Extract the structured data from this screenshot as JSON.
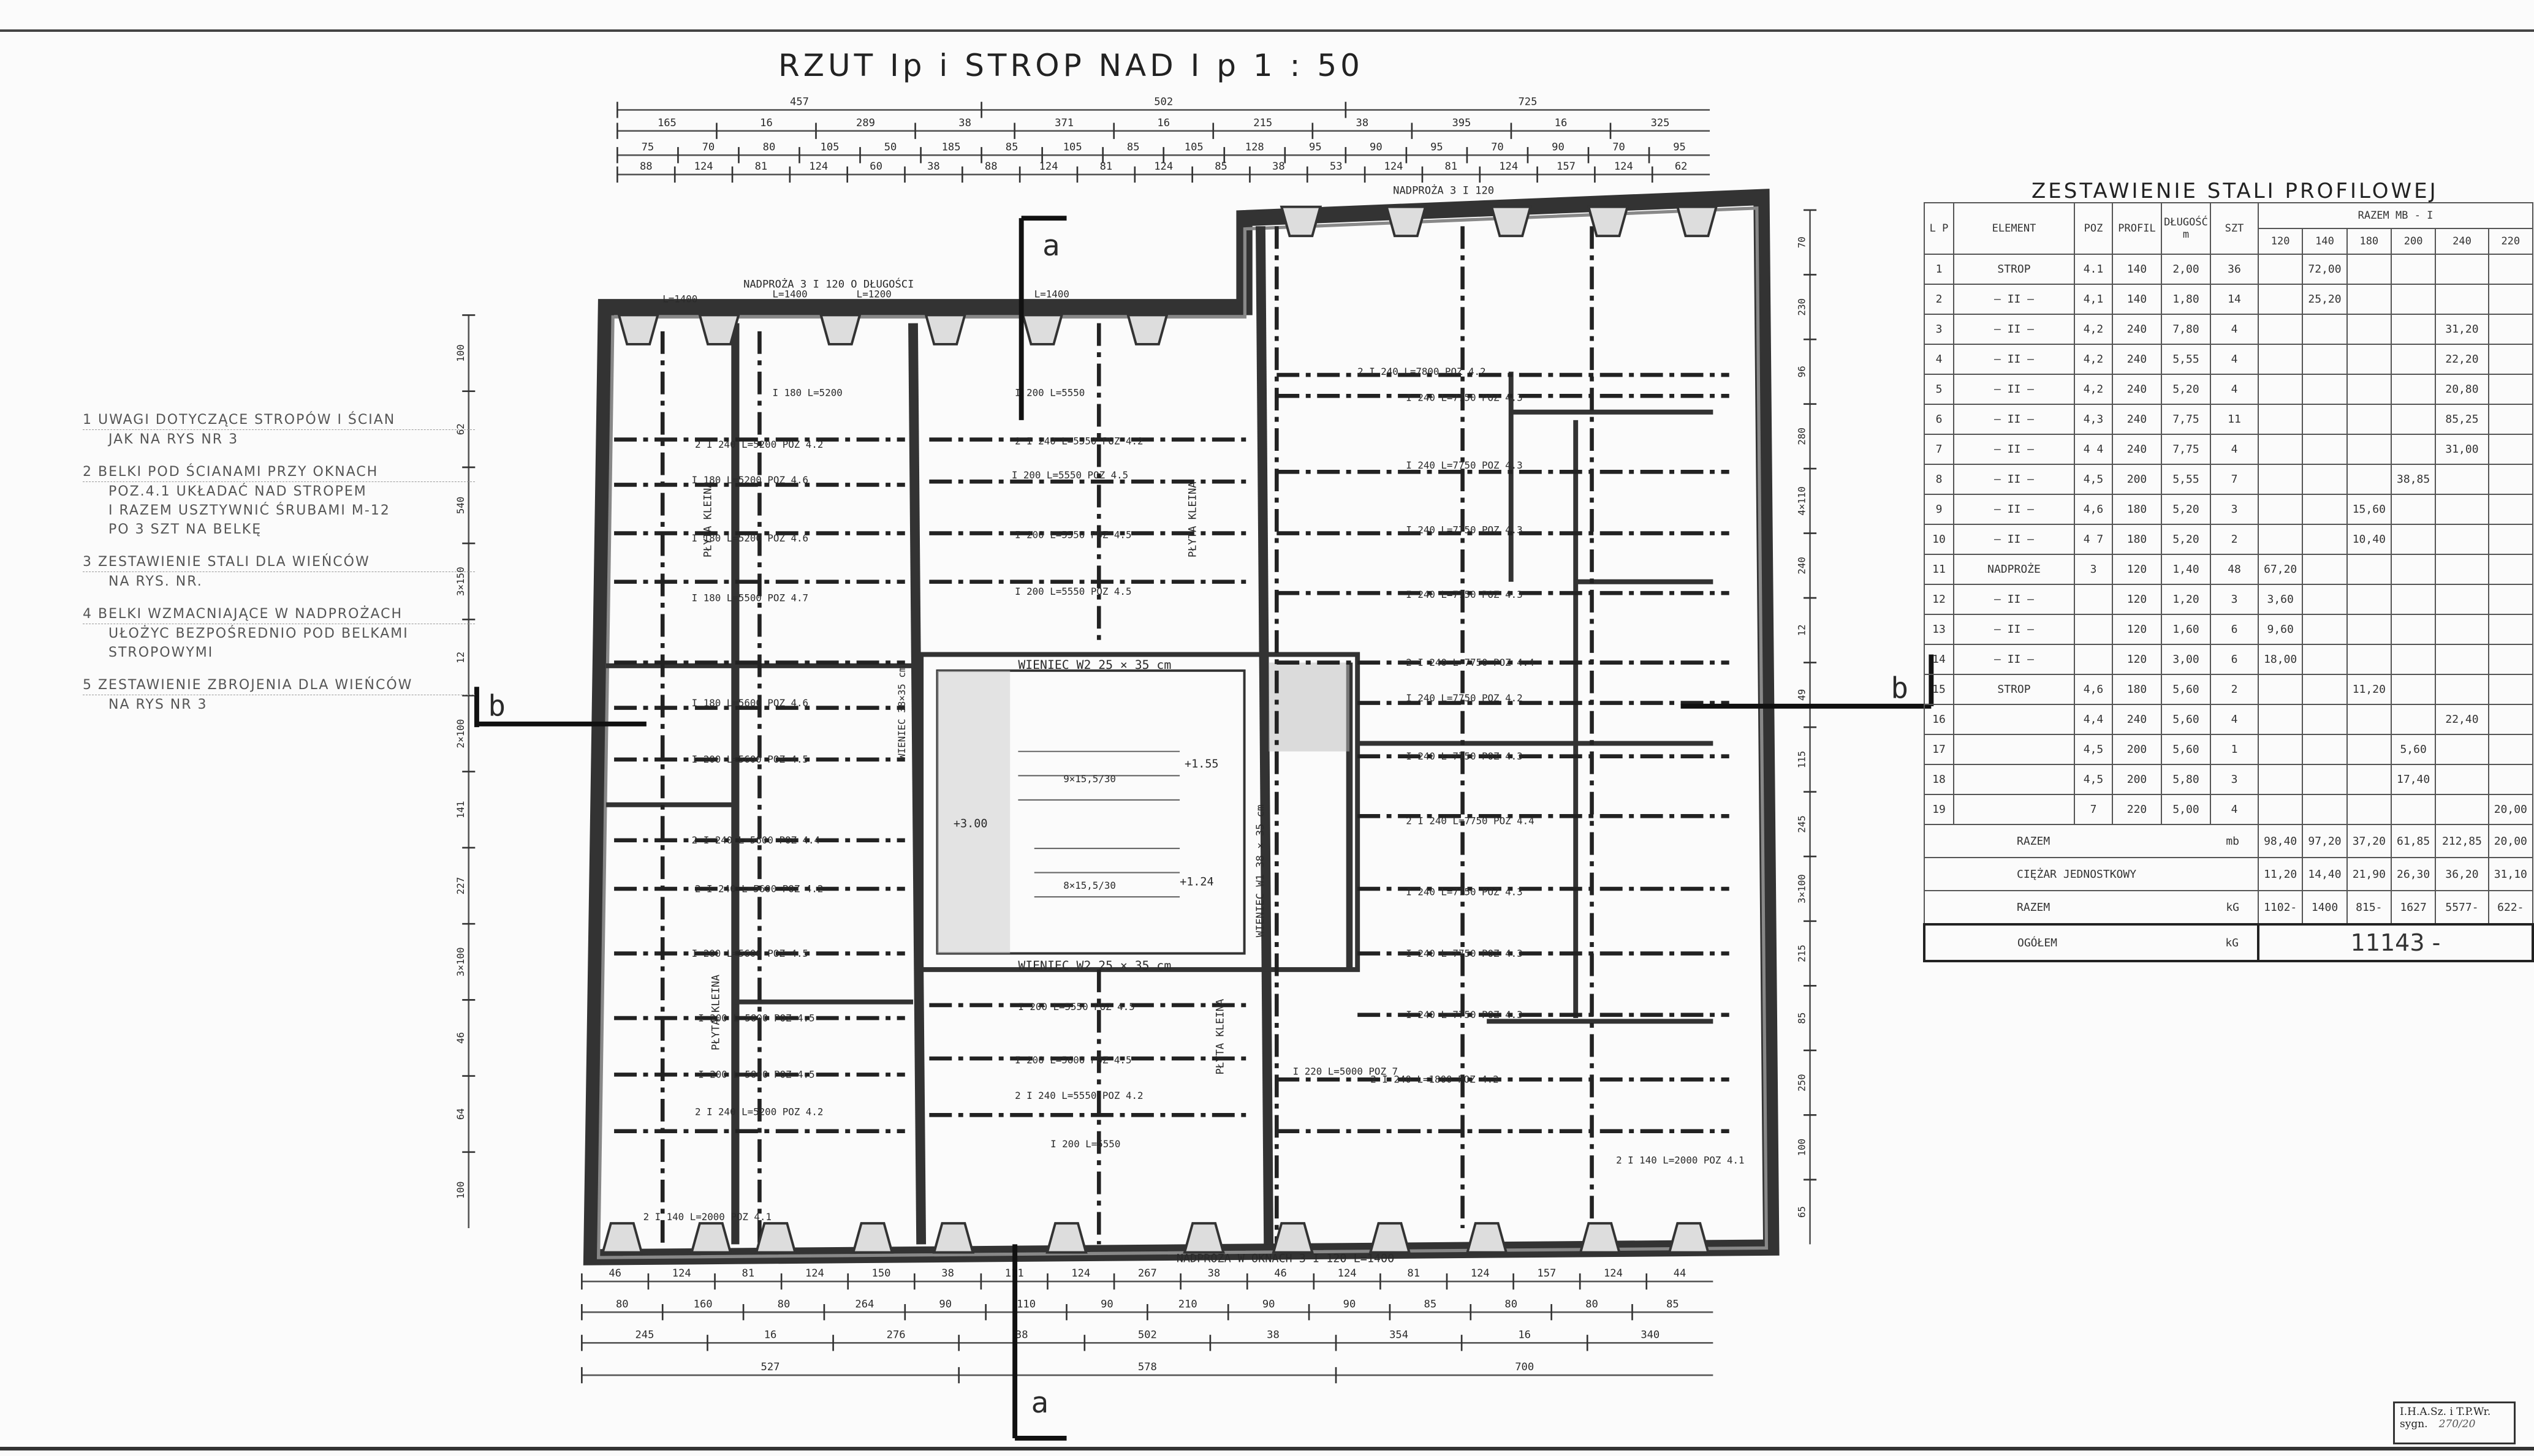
{
  "title": "RZUT Ip i STROP  NAD  I p      1 : 50",
  "notes": [
    {
      "lines": [
        "1  UWAGI DOTYCZĄCE STROPÓW I ŚCIAN",
        "JAK  NA  RYS NR 3"
      ]
    },
    {
      "lines": [
        "2  BELKI POD ŚCIANAMI PRZY OKNACH",
        "POZ.4.1 UKŁADAĆ NAD STROPEM",
        "I RAZEM USZTYWNIĆ ŚRUBAMI M-12",
        "PO 3 SZT NA BELKĘ"
      ]
    },
    {
      "lines": [
        "3  ZESTAWIENIE STALI DLA WIEŃCÓW",
        "NA RYS. NR."
      ]
    },
    {
      "lines": [
        "4  BELKI WZMACNIAJĄCE W NADPROŻACH",
        "UŁOŻYC BEZPOŚREDNIO POD BELKAMI",
        "STROPOWYMI"
      ]
    },
    {
      "lines": [
        "5  ZESTAWIENIE ZBROJENIA DLA WIEŃCÓW",
        "NA RYS NR 3"
      ]
    }
  ],
  "steel_table": {
    "title": "ZESTAWIENIE  STALI  PROFILOWEJ",
    "headers": {
      "lp": "L P",
      "element": "ELEMENT",
      "poz": "POZ",
      "profil": "PROFIL",
      "dlugosc": "DŁUGOŚĆ m",
      "szt": "SZT",
      "razem": "RAZEM    MB - I"
    },
    "profile_columns": [
      "120",
      "140",
      "180",
      "200",
      "240",
      "220"
    ],
    "rows": [
      {
        "lp": "1",
        "element": "STROP",
        "poz": "4.1",
        "profil": "140",
        "dl": "2,00",
        "szt": "36",
        "vals": [
          "",
          "72,00",
          "",
          "",
          "",
          ""
        ]
      },
      {
        "lp": "2",
        "element": "— II —",
        "poz": "4,1",
        "profil": "140",
        "dl": "1,80",
        "szt": "14",
        "vals": [
          "",
          "25,20",
          "",
          "",
          "",
          ""
        ]
      },
      {
        "lp": "3",
        "element": "— II —",
        "poz": "4,2",
        "profil": "240",
        "dl": "7,80",
        "szt": "4",
        "vals": [
          "",
          "",
          "",
          "",
          "31,20",
          ""
        ]
      },
      {
        "lp": "4",
        "element": "— II —",
        "poz": "4,2",
        "profil": "240",
        "dl": "5,55",
        "szt": "4",
        "vals": [
          "",
          "",
          "",
          "",
          "22,20",
          ""
        ]
      },
      {
        "lp": "5",
        "element": "— II —",
        "poz": "4,2",
        "profil": "240",
        "dl": "5,20",
        "szt": "4",
        "vals": [
          "",
          "",
          "",
          "",
          "20,80",
          ""
        ]
      },
      {
        "lp": "6",
        "element": "— II —",
        "poz": "4,3",
        "profil": "240",
        "dl": "7,75",
        "szt": "11",
        "vals": [
          "",
          "",
          "",
          "",
          "85,25",
          ""
        ]
      },
      {
        "lp": "7",
        "element": "— II —",
        "poz": "4 4",
        "profil": "240",
        "dl": "7,75",
        "szt": "4",
        "vals": [
          "",
          "",
          "",
          "",
          "31,00",
          ""
        ]
      },
      {
        "lp": "8",
        "element": "— II —",
        "poz": "4,5",
        "profil": "200",
        "dl": "5,55",
        "szt": "7",
        "vals": [
          "",
          "",
          "",
          "38,85",
          "",
          ""
        ]
      },
      {
        "lp": "9",
        "element": "— II —",
        "poz": "4,6",
        "profil": "180",
        "dl": "5,20",
        "szt": "3",
        "vals": [
          "",
          "",
          "15,60",
          "",
          "",
          ""
        ]
      },
      {
        "lp": "10",
        "element": "— II —",
        "poz": "4 7",
        "profil": "180",
        "dl": "5,20",
        "szt": "2",
        "vals": [
          "",
          "",
          "10,40",
          "",
          "",
          ""
        ]
      },
      {
        "lp": "11",
        "element": "NADPROŻE",
        "poz": "3",
        "profil": "120",
        "dl": "1,40",
        "szt": "48",
        "vals": [
          "67,20",
          "",
          "",
          "",
          "",
          ""
        ]
      },
      {
        "lp": "12",
        "element": "— II —",
        "poz": "",
        "profil": "120",
        "dl": "1,20",
        "szt": "3",
        "vals": [
          "3,60",
          "",
          "",
          "",
          "",
          ""
        ]
      },
      {
        "lp": "13",
        "element": "— II —",
        "poz": "",
        "profil": "120",
        "dl": "1,60",
        "szt": "6",
        "vals": [
          "9,60",
          "",
          "",
          "",
          "",
          ""
        ]
      },
      {
        "lp": "14",
        "element": "— II —",
        "poz": "",
        "profil": "120",
        "dl": "3,00",
        "szt": "6",
        "vals": [
          "18,00",
          "",
          "",
          "",
          "",
          ""
        ]
      },
      {
        "lp": "15",
        "element": "STROP",
        "poz": "4,6",
        "profil": "180",
        "dl": "5,60",
        "szt": "2",
        "vals": [
          "",
          "",
          "11,20",
          "",
          "",
          ""
        ]
      },
      {
        "lp": "16",
        "element": "",
        "poz": "4,4",
        "profil": "240",
        "dl": "5,60",
        "szt": "4",
        "vals": [
          "",
          "",
          "",
          "",
          "22,40",
          ""
        ]
      },
      {
        "lp": "17",
        "element": "",
        "poz": "4,5",
        "profil": "200",
        "dl": "5,60",
        "szt": "1",
        "vals": [
          "",
          "",
          "",
          "5,60",
          "",
          ""
        ]
      },
      {
        "lp": "18",
        "element": "",
        "poz": "4,5",
        "profil": "200",
        "dl": "5,80",
        "szt": "3",
        "vals": [
          "",
          "",
          "",
          "17,40",
          "",
          ""
        ]
      },
      {
        "lp": "19",
        "element": "",
        "poz": "7",
        "profil": "220",
        "dl": "5,00",
        "szt": "4",
        "vals": [
          "",
          "",
          "",
          "",
          "",
          "20,00"
        ]
      }
    ],
    "summary": [
      {
        "label": "RAZEM",
        "unit": "mb",
        "vals": [
          "98,40",
          "97,20",
          "37,20",
          "61,85",
          "212,85",
          "20,00"
        ]
      },
      {
        "label": "CIĘŻAR  JEDNOSTKOWY",
        "unit": "",
        "vals": [
          "11,20",
          "14,40",
          "21,90",
          "26,30",
          "36,20",
          "31,10"
        ]
      },
      {
        "label": "RAZEM",
        "unit": "kG",
        "vals": [
          "1102-",
          "1400",
          "815-",
          "1627",
          "5577-",
          "622-"
        ]
      }
    ],
    "total": {
      "label": "OGÓŁEM",
      "unit": "kG",
      "value": "11143 -"
    }
  },
  "dimensions": {
    "top": [
      [
        "457",
        "502",
        "725"
      ],
      [
        "165",
        "16",
        "289",
        "38",
        "371",
        "16",
        "215",
        "38",
        "395",
        "16",
        "325"
      ],
      [
        "75",
        "70",
        "80",
        "105",
        "50",
        "185",
        "85",
        "105",
        "85",
        "105",
        "128",
        "95",
        "90",
        "95",
        "70",
        "90",
        "70",
        "95"
      ],
      [
        "88",
        "124",
        "81",
        "124",
        "60",
        "38",
        "88",
        "124",
        "81",
        "124",
        "85",
        "38",
        "53",
        "124",
        "81",
        "124",
        "157",
        "124",
        "62"
      ]
    ],
    "bottom": [
      [
        "46",
        "124",
        "81",
        "124",
        "150",
        "38",
        "111",
        "124",
        "267",
        "38",
        "46",
        "124",
        "81",
        "124",
        "157",
        "124",
        "44"
      ],
      [
        "80",
        "160",
        "80",
        "264",
        "90",
        "110",
        "90",
        "210",
        "90",
        "90",
        "85",
        "80",
        "80",
        "85"
      ],
      [
        "245",
        "16",
        "276",
        "38",
        "502",
        "38",
        "354",
        "16",
        "340"
      ],
      [
        "527",
        "578",
        "700"
      ]
    ],
    "left": [
      "100",
      "62",
      "540",
      "3×150",
      "12",
      "2×100",
      "141",
      "227",
      "3×100",
      "46",
      "64",
      "100"
    ],
    "right": [
      "70",
      "230",
      "96",
      "280",
      "4×110",
      "240",
      "12",
      "49",
      "115",
      "245",
      "3×100",
      "215",
      "85",
      "250",
      "100",
      "65"
    ]
  },
  "plan_labels": {
    "section_a_top": "a",
    "section_a_bottom": "a",
    "section_b_left": "b",
    "section_b_right": "b",
    "lintel_top_left": "NADPROŻA     3 I 120     O DŁUGOŚCI",
    "lintel_top_right": "NADPROŻA   3 I 120",
    "lintel_bottom": "NADPROŻA  W OKNACH   3 I 120   L=1400",
    "ring_beam_top": "WIENIEC  W2   25 × 35 cm",
    "ring_beam_bottom": "WIENIEC  W2   25 × 35 cm",
    "ring_beam_right": "WIENIEC W1  38 × 35 cm",
    "ring_beam_left": "WIENIEC 38×35 cm",
    "level_1": "+1.55",
    "level_2": "+3.00",
    "level_3": "+1.24",
    "stair_1": "9×15,5/30",
    "stair_2": "8×15,5/30",
    "klein_slab": "PŁYTA KLEINA",
    "beams": [
      "I 180  L=5200",
      "I 200  L=5550",
      "2 I 240  L=5550  POZ 4.2",
      "I 200  L=5550  POZ 4.5",
      "I 200  L=5550  POZ 4.5",
      "I 200  L=5550  POZ 4.5",
      "2 I 240  L=5200  POZ 4.2",
      "I 180  L=5200  POZ 4.6",
      "I 180  L=5200  POZ 4.6",
      "I 180  L=5500  POZ 4.7",
      "I 180  L=5600  POZ 4.6",
      "I 200  L=5600  POZ 4.5",
      "2 I 240  L=5600  POZ 4.4",
      "2 I 240  L=5600  POZ 4.2",
      "I 200  L=5600  POZ 4.5",
      "I 200  L=5800  POZ 4.5",
      "I 200  L=5800  POZ 4.5",
      "2 I 240  L=5200  POZ 4.2",
      "2 I 240  L=7800  POZ 4.2",
      "I 240  L=7750  POZ 4.3",
      "I 240  L=7750  POZ 4.3",
      "I 240  L=7750  POZ 4.3",
      "I 240  L=7750  POZ 4.3",
      "2 I 240  L=7750  POZ 4.4",
      "I 240  L=7750  POZ 4.2",
      "I 240  L=7750  POZ 4.3",
      "2 I 240  L=7750  POZ 4.4",
      "I 240  L=7750  POZ 4.3",
      "I 240  L=7750  POZ 4.3",
      "I 240  L=7750  POZ 4.3",
      "2 I 240  L=1800  POZ 4.2",
      "I 200  L=5550  POZ 4.5",
      "I 200  L=5600  POZ 4.5",
      "2 I 240  L=5550  POZ 4.2",
      "I 200  L=5550",
      "I 220  L=5000  POZ 7",
      "2 I 140  L=2000  POZ 4.1",
      "2 I 140  L=2000  POZ 4.1",
      "L=1400",
      "L=1400",
      "L=1200",
      "L=1400"
    ]
  },
  "stamp": {
    "line1": "I.H.A.Sz. i T.P.Wr.",
    "label": "sygn.",
    "number": "270/20"
  }
}
